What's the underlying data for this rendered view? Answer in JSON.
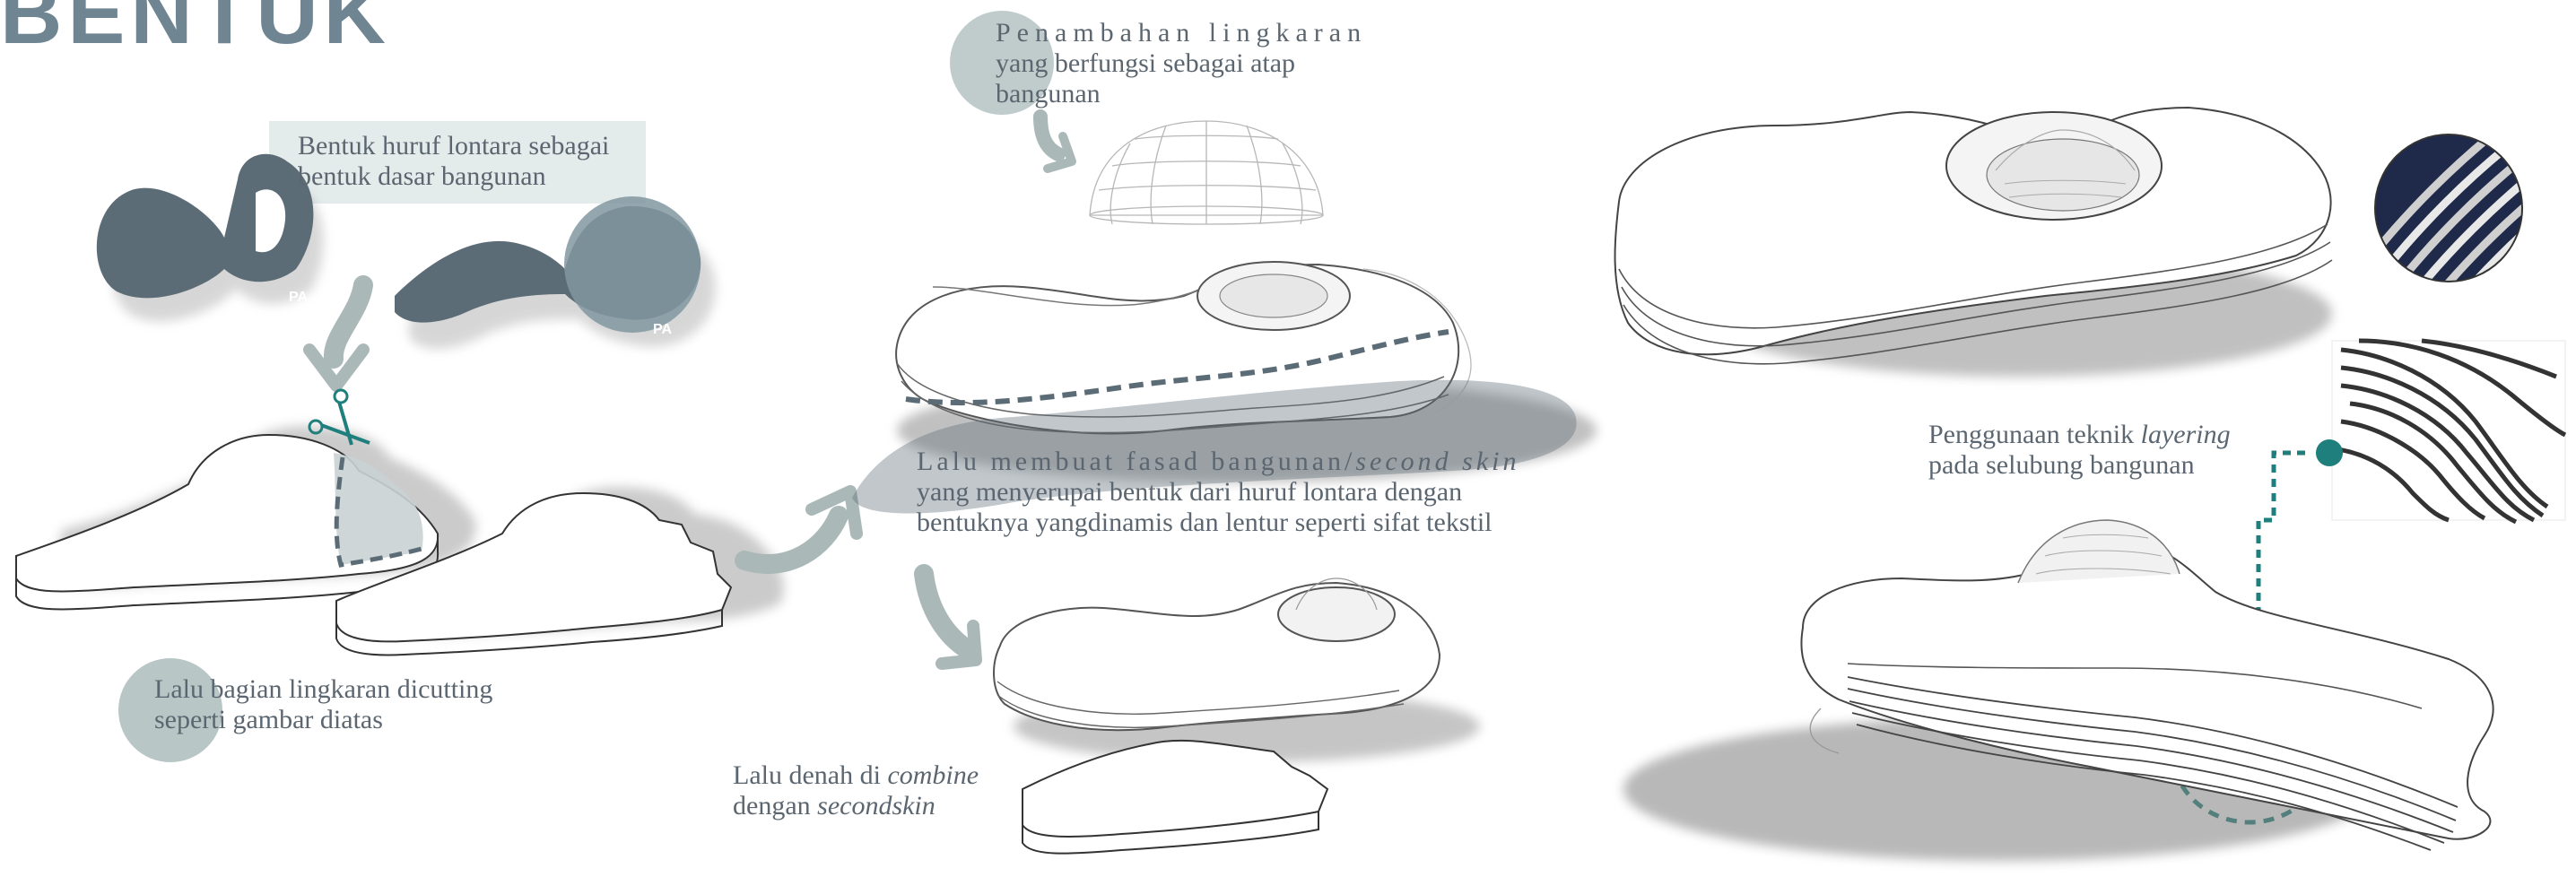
{
  "page": {
    "title": "BENTUK"
  },
  "labels": {
    "step1": "Bentuk huruf lontara sebagai bentuk dasar bangunan",
    "step1_line1": "Bentuk huruf lontara sebagai",
    "step1_line2": "bentuk dasar bangunan",
    "letter_tag_a": "PA",
    "letter_tag_b": "PA",
    "step2_line1": "Lalu bagian lingkaran dicutting",
    "step2_line2": "seperti gambar diatas",
    "step3_line1": "Penambahan lingkaran",
    "step3_line2": "yang berfungsi sebagai atap",
    "step3_line3": "bangunan",
    "step4_line1a": "Lalu membuat fasad bangunan/",
    "step4_line1b": "second skin",
    "step4_line2": "yang menyerupai bentuk dari huruf lontara dengan",
    "step4_line3": "bentuknya yangdinamis dan lentur seperti sifat tekstil",
    "step5_line1a": "Lalu denah di ",
    "step5_line1b": "combine",
    "step5_line2a": "dengan ",
    "step5_line2b": "secondskin",
    "step6_line1a": "Penggunaan teknik ",
    "step6_line1b": "layering",
    "step6_line2": "pada selubung bangunan"
  },
  "colors": {
    "accent_teal": "#1e7f7c",
    "dark_slate": "#5c6c76",
    "light_circle": "#b9c6c6",
    "arrow_fill": "#aab9b8",
    "shadow": "#8d8d8d",
    "text": "#5b6670"
  },
  "icons": [
    "scissors-icon",
    "curved-arrow-icon",
    "connector-dot-icon"
  ]
}
